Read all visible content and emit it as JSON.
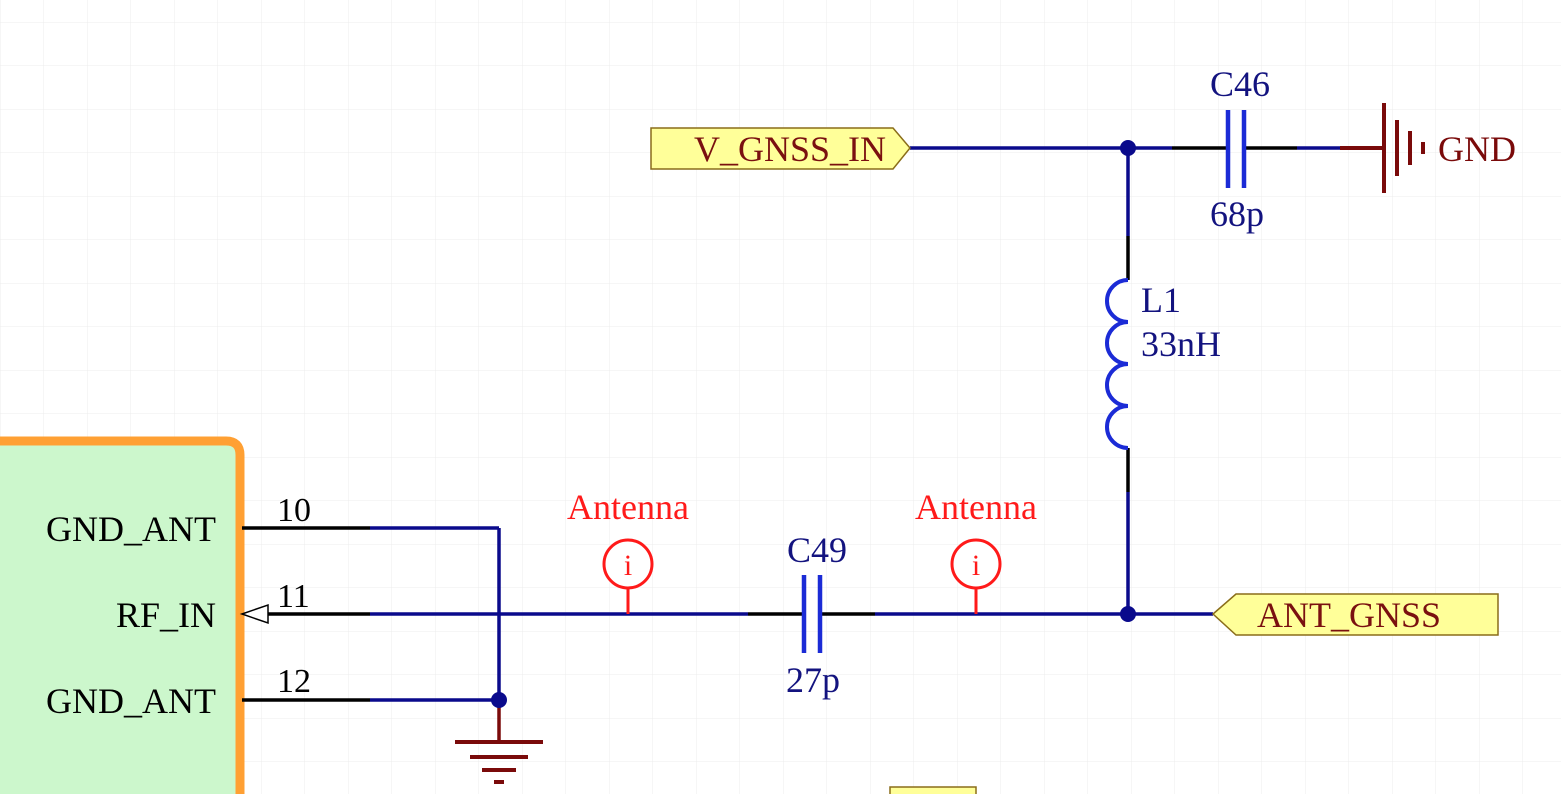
{
  "colors": {
    "wire": "#0a0a8c",
    "pin": "#000000",
    "component": "#1b2bd6",
    "text_blue": "#13137f",
    "power": "#7a0a0a",
    "directive": "#ff1a1a",
    "port_fill": "#ffff99",
    "port_stroke": "#8a6d1a",
    "port_text": "#7a1010",
    "ic_fill": "#ccf7cc",
    "ic_border": "#ffa033",
    "grid": "#e9e9e9"
  },
  "ports": {
    "v_gnss_in": "V_GNSS_IN",
    "ant_gnss": "ANT_GNSS"
  },
  "power": {
    "gnd_label": "GND"
  },
  "components": {
    "c46": {
      "designator": "C46",
      "value": "68p"
    },
    "c49": {
      "designator": "C49",
      "value": "27p"
    },
    "l1": {
      "designator": "L1",
      "value": "33nH"
    }
  },
  "ic": {
    "pins": [
      {
        "name": "GND_ANT",
        "number": "10"
      },
      {
        "name": "RF_IN",
        "number": "11"
      },
      {
        "name": "GND_ANT",
        "number": "12"
      }
    ]
  },
  "directives": [
    {
      "label": "Antenna",
      "symbol": "i"
    },
    {
      "label": "Antenna",
      "symbol": "i"
    }
  ]
}
